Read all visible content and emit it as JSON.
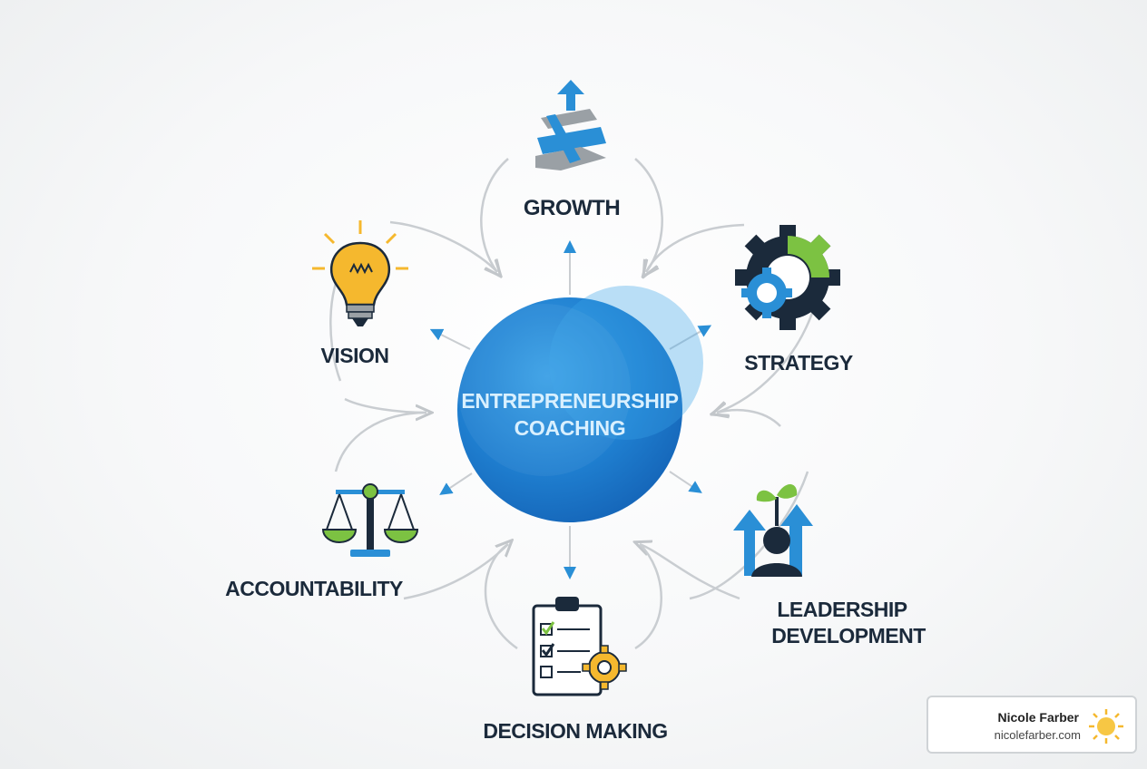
{
  "diagram": {
    "center": {
      "line1": "ENTREPRENEURSHIP",
      "line2": "COACHING"
    },
    "nodes": [
      {
        "id": "growth",
        "label": "GROWTH",
        "icon": "zigzag-stairs-arrow-icon"
      },
      {
        "id": "strategy",
        "label": "STRATEGY",
        "icon": "gears-icon"
      },
      {
        "id": "leadership",
        "label_line1": "LEADERSHIP",
        "label_line2": "DEVELOPMENT",
        "icon": "person-sprout-arrows-icon"
      },
      {
        "id": "decision",
        "label": "DECISION MAKING",
        "icon": "clipboard-checklist-gear-icon"
      },
      {
        "id": "accountability",
        "label": "ACCOUNTABILITY",
        "icon": "balance-scale-icon"
      },
      {
        "id": "vision",
        "label": "VISION",
        "icon": "lightbulb-icon"
      }
    ],
    "colors": {
      "center_blue": "#1f7fd0",
      "center_dark": "#1565b8",
      "accent_blue": "#2a8fd6",
      "accent_green": "#7cc242",
      "accent_yellow": "#f5b82e",
      "navy": "#1b2a3b",
      "arrow_gray": "#c9cdd1"
    }
  },
  "credit": {
    "name": "Nicole Farber",
    "site": "nicolefarber.com",
    "icon": "sun-icon"
  }
}
